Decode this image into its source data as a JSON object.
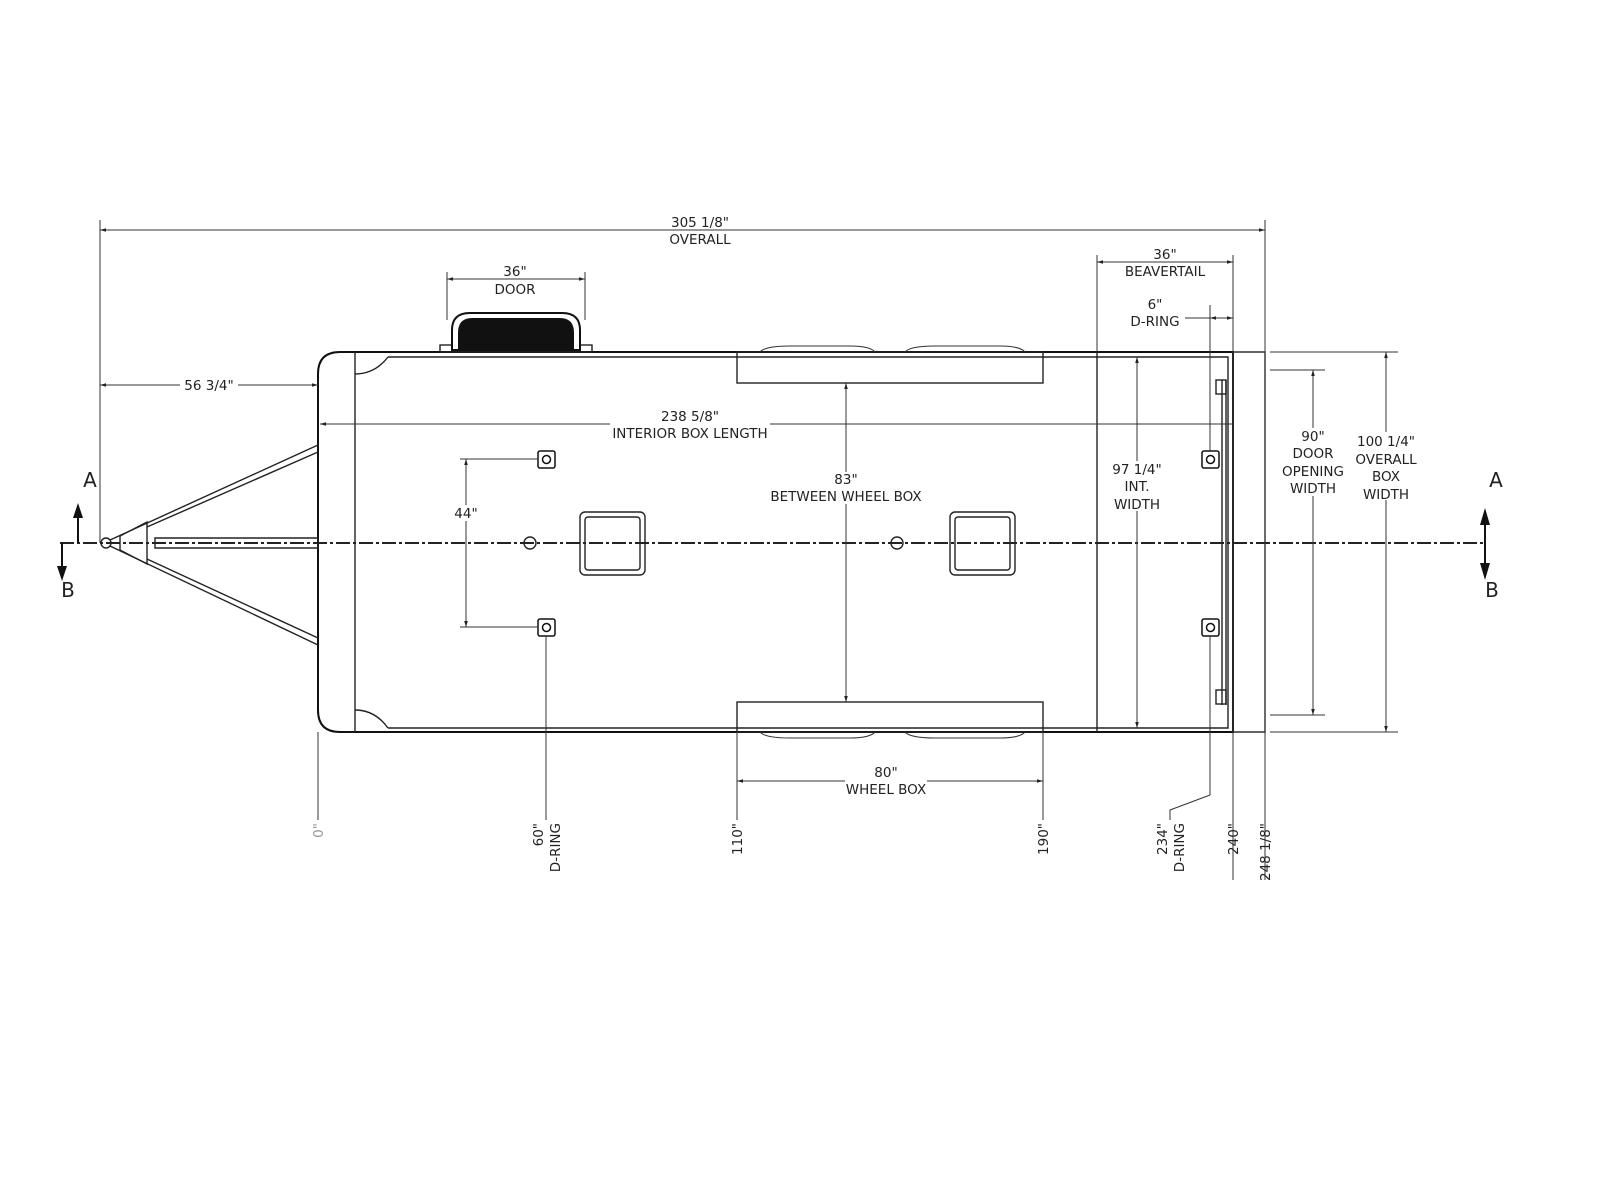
{
  "dimensions": {
    "overall": {
      "value": "305 1/8\"",
      "label": "OVERALL"
    },
    "door": {
      "value": "36\"",
      "label": "DOOR"
    },
    "beavertail": {
      "value": "36\"",
      "label": "BEAVERTAIL"
    },
    "dring_rear": {
      "value": "6\"",
      "label": "D-RING"
    },
    "tongue": {
      "value": "56 3/4\""
    },
    "interior_length": {
      "value": "238 5/8\"",
      "label": "INTERIOR BOX LENGTH"
    },
    "dring_spacing": {
      "value": "44\""
    },
    "between_wheel_box": {
      "value": "83\"",
      "label": "BETWEEN WHEEL BOX"
    },
    "int_width": {
      "value": "97 1/4\"",
      "label1": "INT.",
      "label2": "WIDTH"
    },
    "door_opening": {
      "value": "90\"",
      "label1": "DOOR",
      "label2": "OPENING",
      "label3": "WIDTH"
    },
    "overall_box_width": {
      "value": "100 1/4\"",
      "label1": "OVERALL",
      "label2": "BOX",
      "label3": "WIDTH"
    },
    "wheel_box": {
      "value": "80\"",
      "label": "WHEEL BOX"
    }
  },
  "stations": {
    "zero": "0\"",
    "dring_front": {
      "value": "60\"",
      "label": "D-RING"
    },
    "wheel_start": "110\"",
    "wheel_end": "190\"",
    "dring_rear": {
      "value": "234\"",
      "label": "D-RING"
    },
    "box_end": "240\"",
    "overall_end": "248 1/8\""
  },
  "section_markers": {
    "a": "A",
    "b": "B"
  }
}
